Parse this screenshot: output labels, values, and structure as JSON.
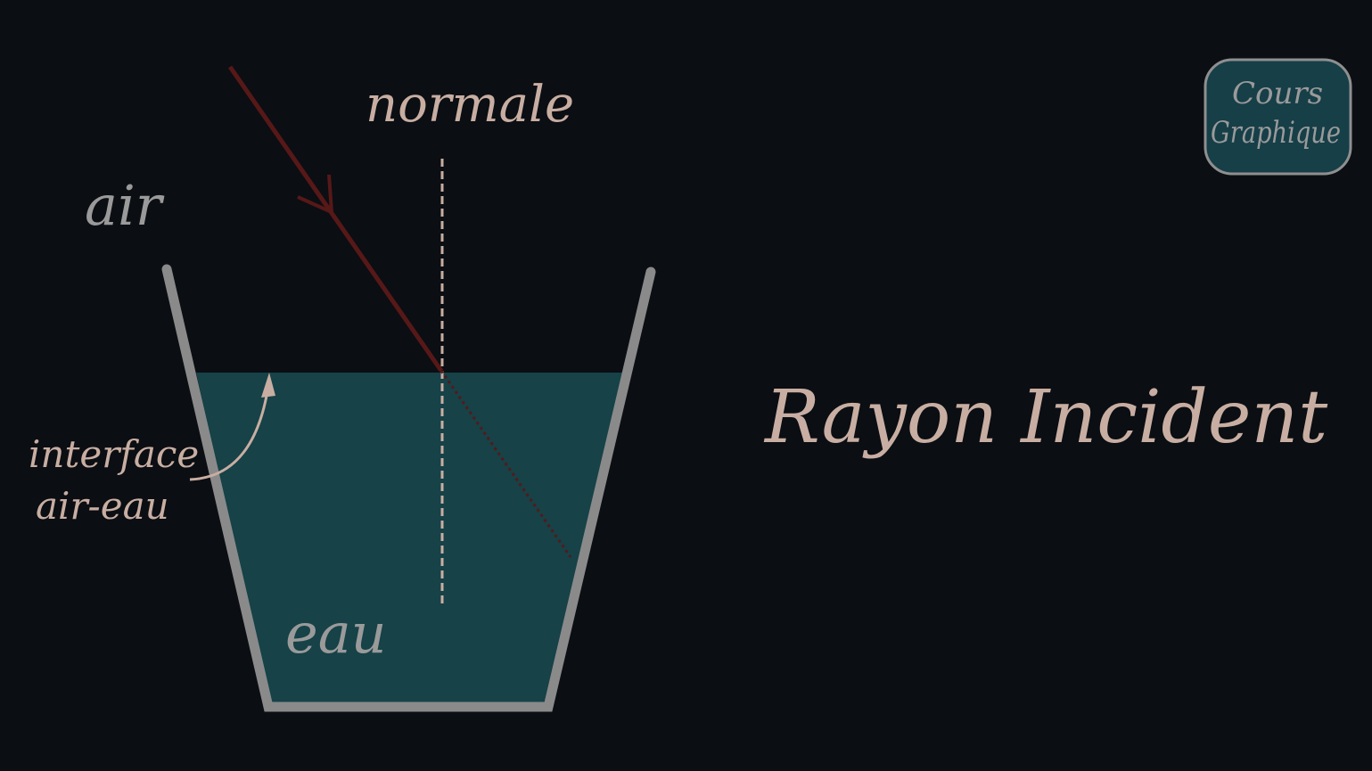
{
  "labels": {
    "normal": "normale",
    "air": "air",
    "interface_line1": "interface",
    "interface_line2": "air-eau",
    "water": "eau",
    "title": "Rayon Incident"
  },
  "logo": {
    "line1": "Cours",
    "line2": "Graphique"
  },
  "colors": {
    "background": "#0b0e13",
    "water": "#164248",
    "glass": "#8a8a8a",
    "ray": "#571818",
    "label": "#c8aea2",
    "muted_label": "#9a9a9a",
    "logo_fill": "#163f48",
    "logo_stroke": "#8f8f8f"
  }
}
